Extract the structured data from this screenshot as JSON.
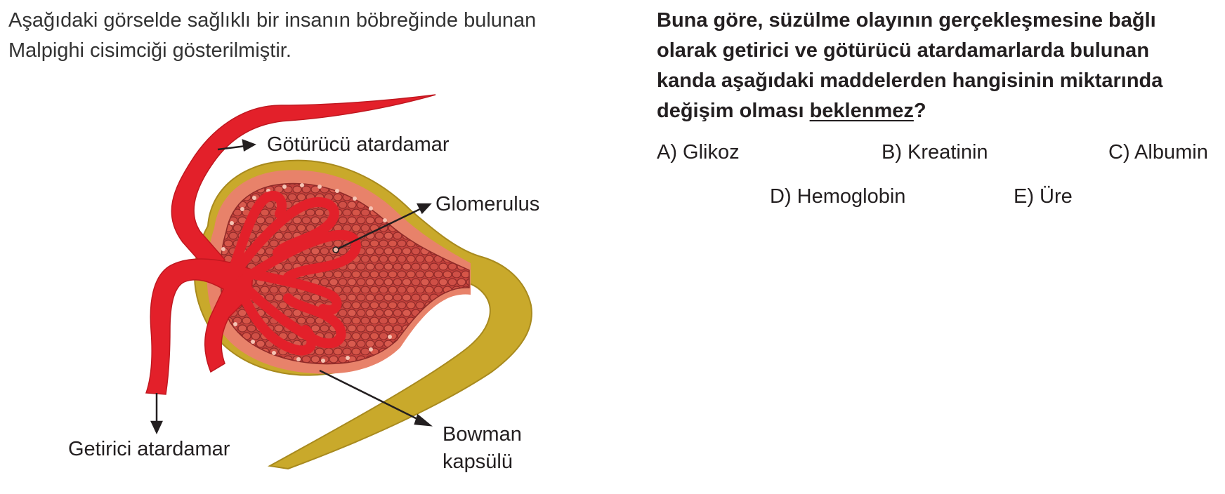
{
  "intro": {
    "line1": "Aşağıdaki görselde sağlıklı bir insanın böbreğinde bulunan",
    "line2": "Malpighi cisimciği gösterilmiştir."
  },
  "figure": {
    "label_efferent": "Götürücü atardamar",
    "label_glomerulus": "Glomerulus",
    "label_afferent": "Getirici atardamar",
    "label_bowman_1": "Bowman",
    "label_bowman_2": "kapsülü"
  },
  "question": {
    "line1": "Buna göre, süzülme olayının gerçekleşmesine bağlı",
    "line2": "olarak getirici ve götürücü atardamarlarda bulunan",
    "line3": "kanda aşağıdaki maddelerden hangisinin miktarında",
    "line4_before": "değişim olması ",
    "line4_underlined": "beklenmez",
    "line4_after": "?"
  },
  "options": {
    "a": "A) Glikoz",
    "b": "B) Kreatinin",
    "c": "C) Albumin",
    "d": "D) Hemoglobin",
    "e": "E) Üre"
  },
  "colors": {
    "vessel": "#e3202a",
    "capsule": "#c9a92b",
    "capsule_inner": "#e8826a",
    "tissue": "#b63a36"
  }
}
